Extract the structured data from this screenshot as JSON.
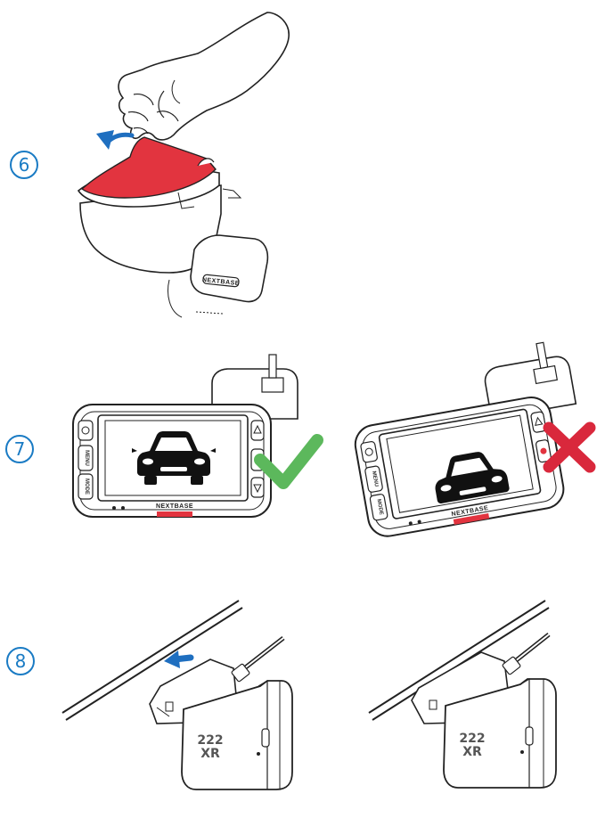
{
  "steps": [
    {
      "number": "6"
    },
    {
      "number": "7"
    },
    {
      "number": "8"
    }
  ],
  "labels": {
    "brand": "NEXTBASE",
    "button_menu": "MENU",
    "button_mode": "MODE",
    "model_line1": "222",
    "model_line2": "XR"
  },
  "colors": {
    "step_blue": "#1a7bc4",
    "adhesive_red": "#e2343f",
    "arrow_blue": "#1f6fc0",
    "check_green": "#5cb85c",
    "cross_red": "#d9283c"
  },
  "icons": [
    "curved-arrow-icon",
    "car-icon",
    "checkmark-icon",
    "cross-icon",
    "straight-arrow-icon"
  ]
}
